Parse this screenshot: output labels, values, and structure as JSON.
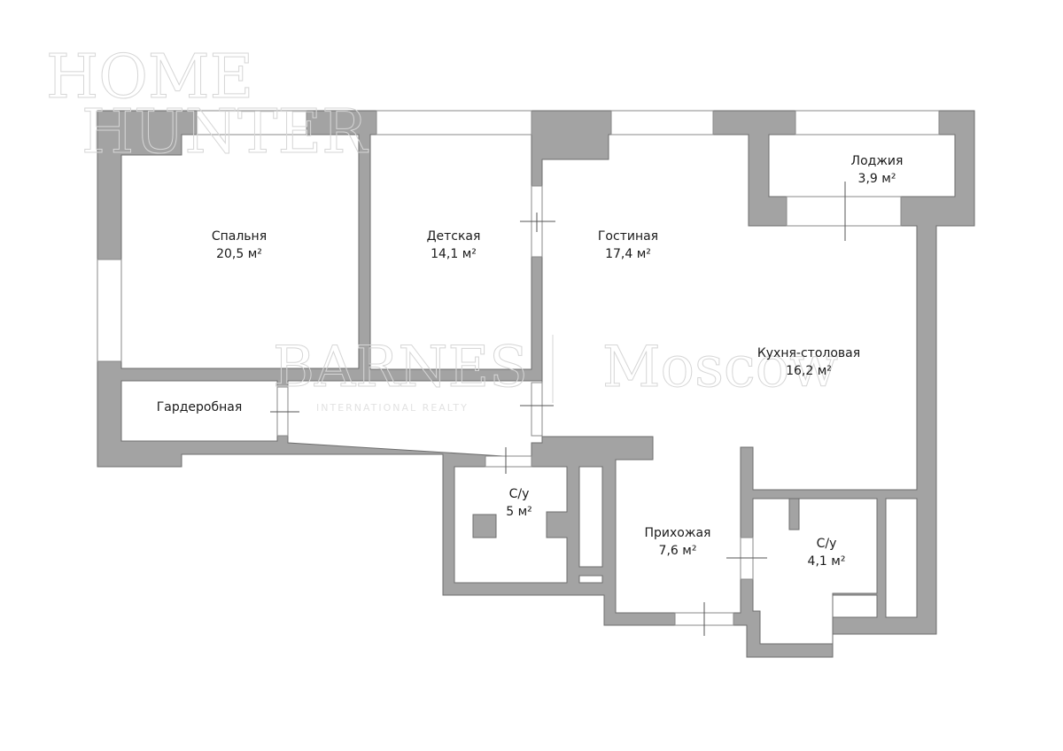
{
  "plan": {
    "wall_color": "#a3a3a3",
    "rooms": [
      {
        "name": "Спальня",
        "area": "20,5 м²"
      },
      {
        "name": "Детская",
        "area": "14,1 м²"
      },
      {
        "name": "Гостиная",
        "area": "17,4 м²"
      },
      {
        "name": "Лоджия",
        "area": "3,9 м²"
      },
      {
        "name": "Кухня-столовая",
        "area": "16,2 м²"
      },
      {
        "name": "Гардеробная",
        "area": ""
      },
      {
        "name": "С/у",
        "area": "5 м²"
      },
      {
        "name": "Прихожая",
        "area": "7,6 м²"
      },
      {
        "name": "С/у",
        "area": "4,1 м²"
      }
    ]
  },
  "watermarks": {
    "home": "HOME",
    "hunter": "HUNTER",
    "barnes": "BARNES",
    "moscow": "Moscow",
    "realty": "INTERNATIONAL REALTY"
  }
}
